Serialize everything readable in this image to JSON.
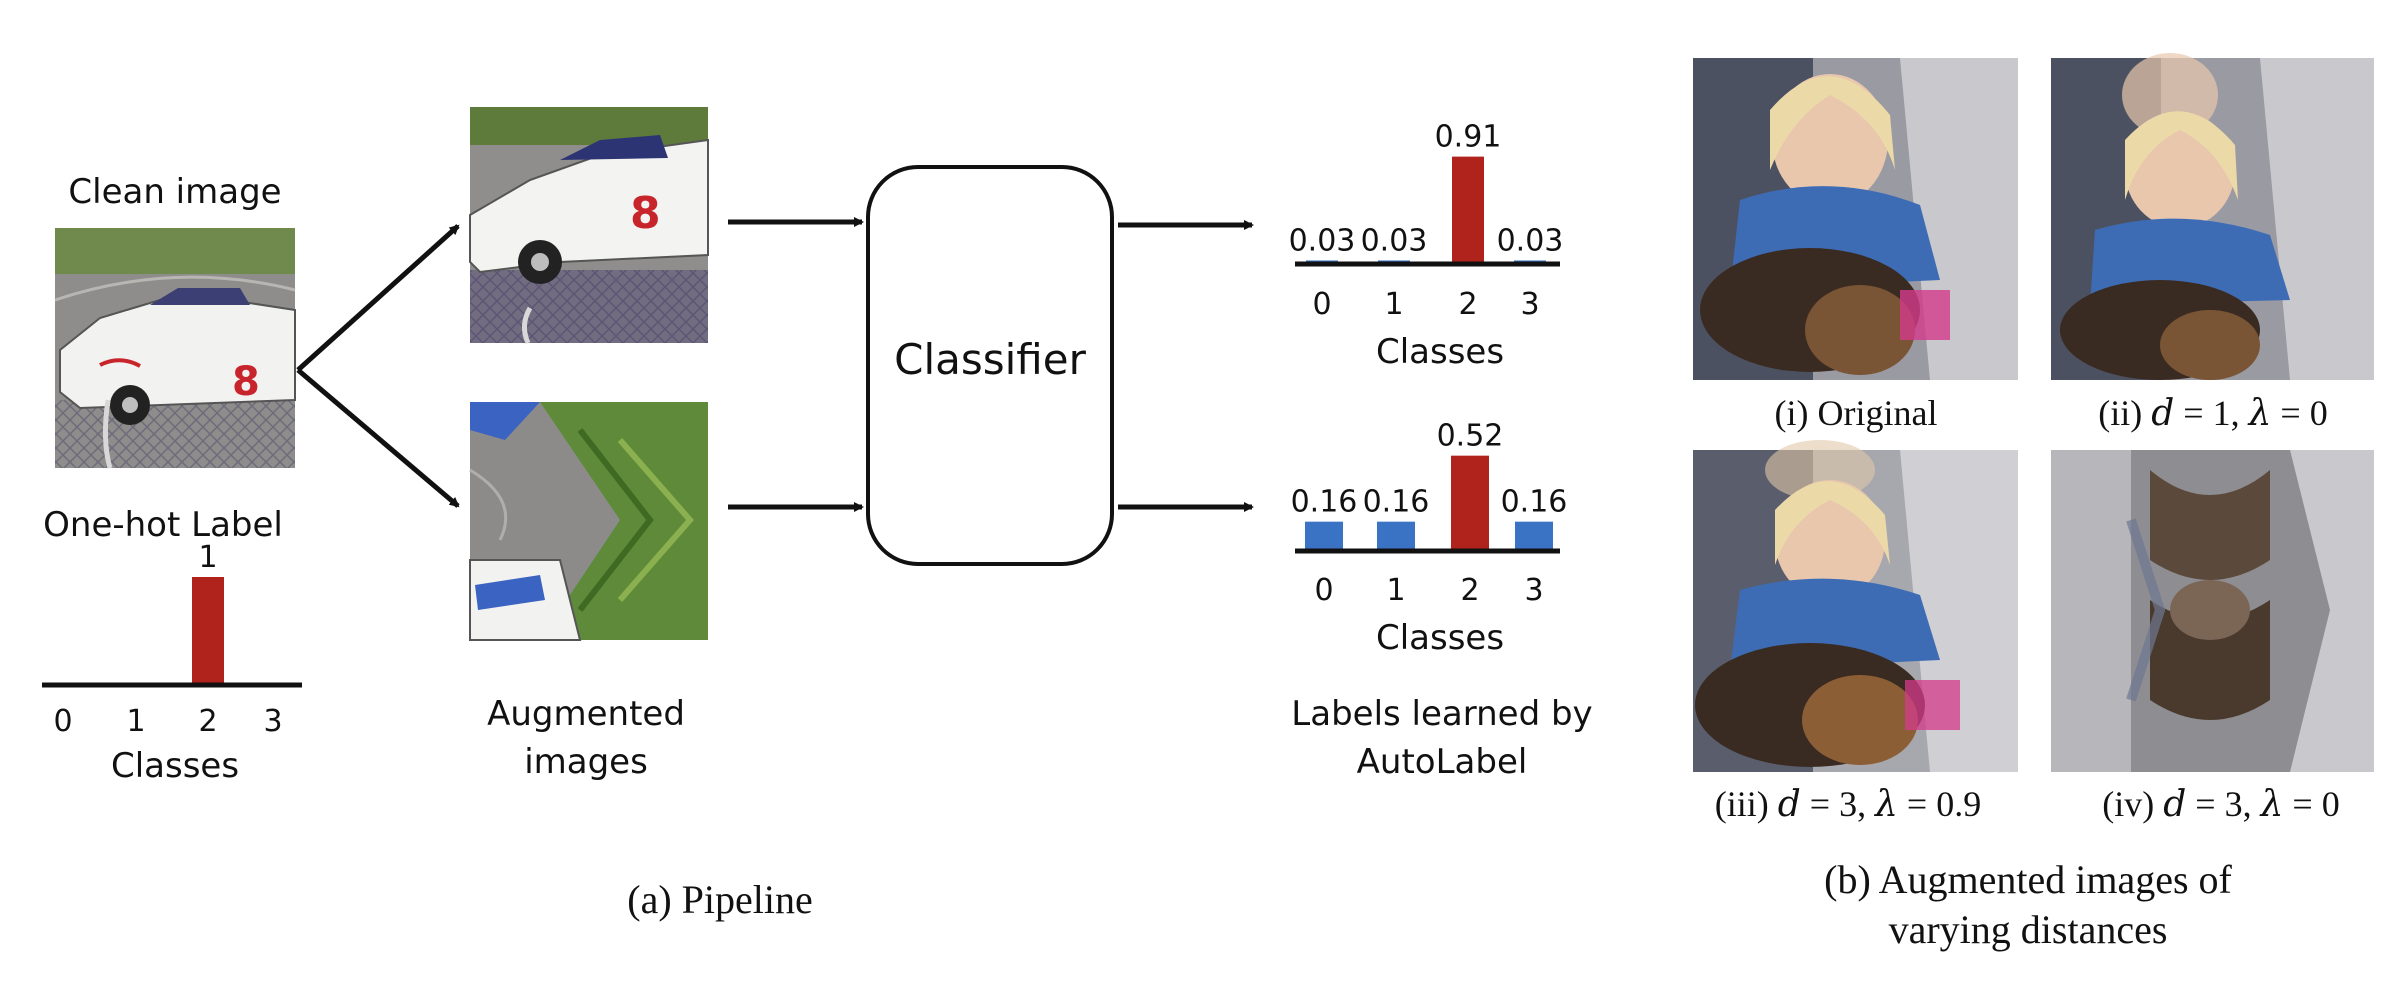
{
  "pipeline": {
    "clean_image_label": "Clean image",
    "one_hot_label": "One-hot Label",
    "augmented_label_1": "Augmented",
    "augmented_label_2": "images",
    "classifier_label": "Classifier",
    "learned_label_1": "Labels learned by",
    "learned_label_2": "AutoLabel",
    "caption": "(a) Pipeline"
  },
  "chart_data": [
    {
      "type": "bar",
      "categories": [
        "0",
        "1",
        "2",
        "3"
      ],
      "values": [
        0,
        0,
        1,
        0
      ],
      "value_labels": [
        "",
        "",
        "1",
        ""
      ],
      "xlabel": "Classes",
      "ylim": [
        0,
        1
      ],
      "highlight_index": 2
    },
    {
      "type": "bar",
      "categories": [
        "0",
        "1",
        "2",
        "3"
      ],
      "values": [
        0.03,
        0.03,
        0.91,
        0.03
      ],
      "value_labels": [
        "0.03",
        "0.03",
        "0.91",
        "0.03"
      ],
      "xlabel": "Classes",
      "ylim": [
        0,
        1
      ],
      "highlight_index": 2
    },
    {
      "type": "bar",
      "categories": [
        "0",
        "1",
        "2",
        "3"
      ],
      "values": [
        0.16,
        0.16,
        0.52,
        0.16
      ],
      "value_labels": [
        "0.16",
        "0.16",
        "0.52",
        "0.16"
      ],
      "xlabel": "Classes",
      "ylim": [
        0,
        0.6
      ],
      "highlight_index": 2
    }
  ],
  "colors": {
    "blue": "#3a73c4",
    "red": "#b0231c",
    "ink": "#111111"
  },
  "augmented_panel": {
    "cap_i": "(i) Original",
    "cap_ii_prefix": "(ii) ",
    "cap_iii_prefix": "(iii) ",
    "cap_iv_prefix": "(iv) ",
    "d_symbol": "d",
    "lambda_symbol": "λ",
    "eq": " = ",
    "sep": ", ",
    "ii_d": "1",
    "ii_lambda": "0",
    "iii_d": "3",
    "iii_lambda": "0.9",
    "iv_d": "3",
    "iv_lambda": "0",
    "caption_1": "(b) Augmented images of",
    "caption_2": "varying distances"
  },
  "icons": {
    "clean": "race-car-photo",
    "aug1": "cropped-race-car-photo",
    "aug2": "mirrored-track-photo",
    "child": "child-with-dog-photo"
  }
}
